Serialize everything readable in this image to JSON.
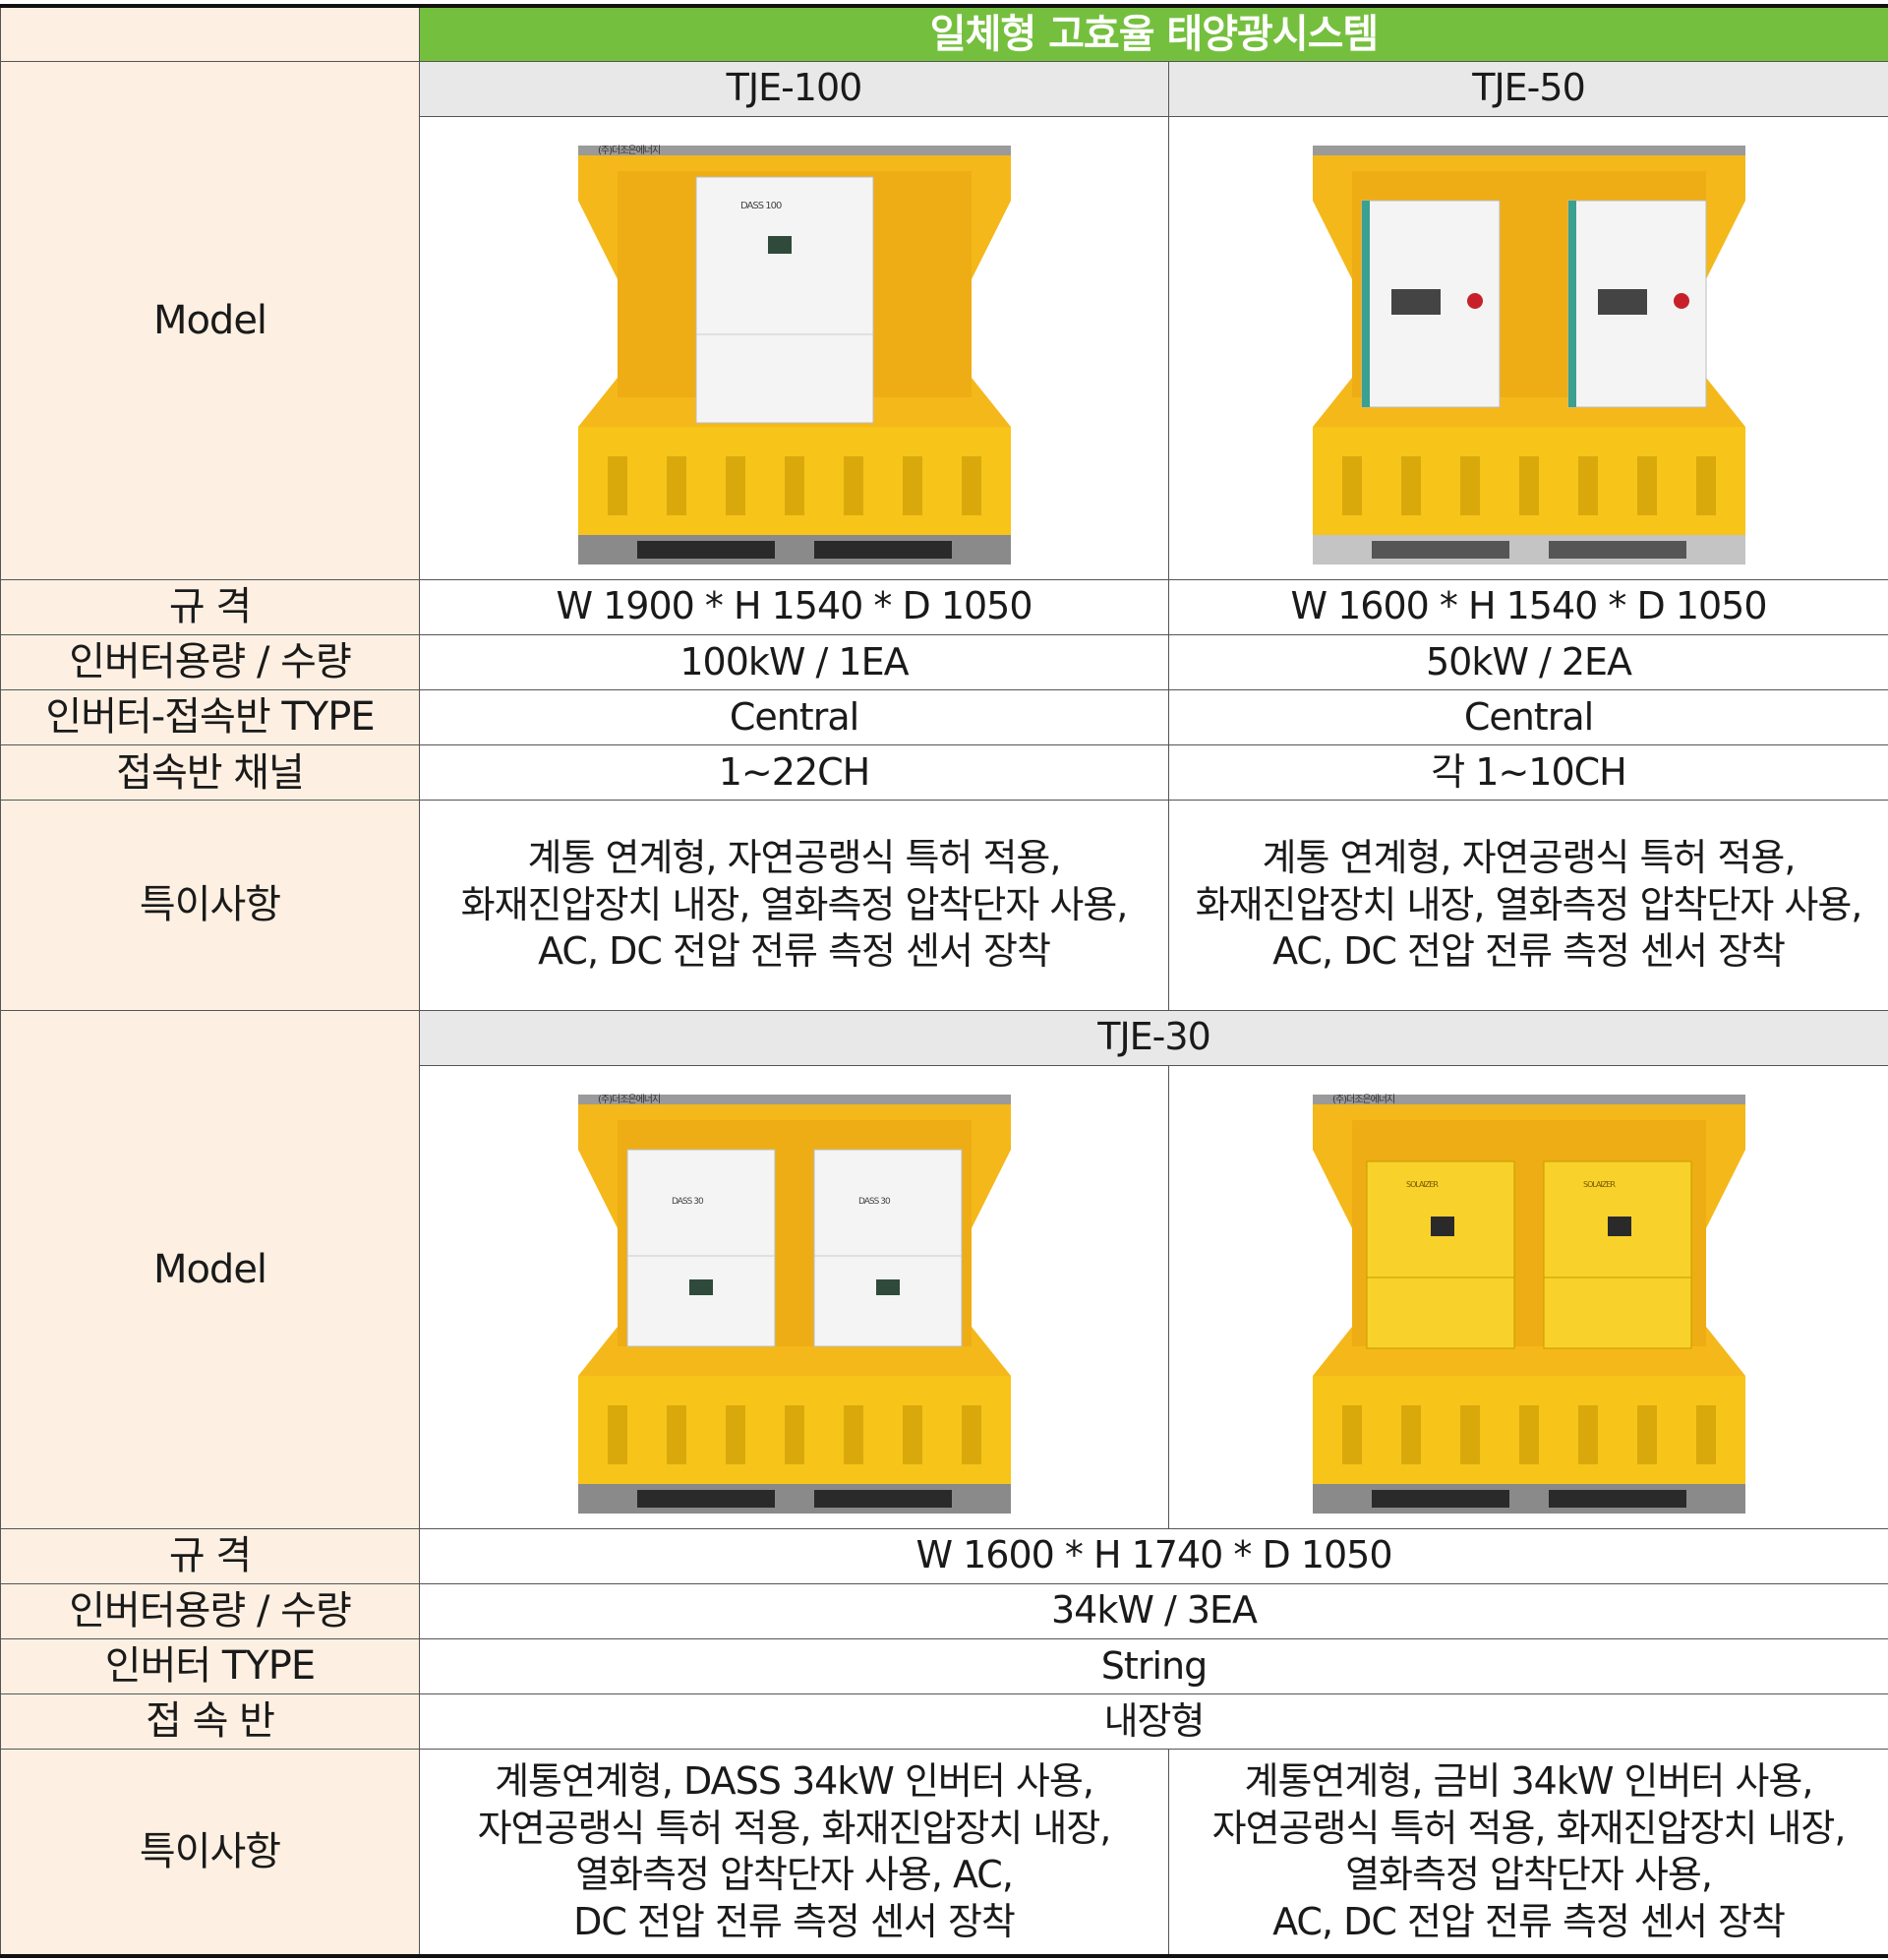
{
  "header": {
    "title": "일체형 고효율 태양광시스템"
  },
  "section1": {
    "model_label": "Model",
    "model_names": [
      "TJE-100",
      "TJE-50"
    ],
    "photos": [
      {
        "brand_tag": "(주)더조은에너지",
        "inverter_label": "DASS 100",
        "inverters": 1,
        "inverter_color": "white"
      },
      {
        "brand_tag": "",
        "inverter_label": "",
        "inverters": 2,
        "inverter_color": "white-teal"
      }
    ],
    "rows": [
      {
        "label": "규 격",
        "values": [
          "W 1900 * H 1540 * D 1050",
          "W 1600 * H 1540 * D 1050"
        ]
      },
      {
        "label": "인버터용량 / 수량",
        "values": [
          "100kW / 1EA",
          "50kW / 2EA"
        ]
      },
      {
        "label": "인버터-접속반 TYPE",
        "values": [
          "Central",
          "Central"
        ]
      },
      {
        "label": "접속반 채널",
        "values": [
          "1~22CH",
          "각 1~10CH"
        ]
      }
    ],
    "notes_label": "특이사항",
    "notes": [
      [
        "계통 연계형, 자연공랭식 특허 적용,",
        "화재진압장치 내장, 열화측정 압착단자 사용,",
        "AC, DC 전압 전류 측정 센서 장착"
      ],
      [
        "계통 연계형, 자연공랭식 특허 적용,",
        "화재진압장치 내장, 열화측정 압착단자 사용,",
        "AC, DC 전압 전류 측정 센서 장착"
      ]
    ]
  },
  "section2": {
    "model_label": "Model",
    "model_name": "TJE-30",
    "photos": [
      {
        "brand_tag": "(주)더조은에너지",
        "inverter_label": "DASS 30",
        "inverters": 2,
        "inverter_color": "white"
      },
      {
        "brand_tag": "(주)더조은에너지",
        "inverter_label": "SOLAIZER",
        "inverters": 2,
        "inverter_color": "yellow"
      }
    ],
    "rows": [
      {
        "label": "규 격",
        "value": "W 1600 * H 1740 * D 1050"
      },
      {
        "label": "인버터용량 / 수량",
        "value": "34kW / 3EA"
      },
      {
        "label": "인버터 TYPE",
        "value": "String"
      },
      {
        "label": "접 속 반",
        "value": "내장형"
      }
    ],
    "notes_label": "특이사항",
    "notes": [
      [
        "계통연계형, DASS 34kW 인버터 사용,",
        "자연공랭식 특허 적용, 화재진압장치 내장,",
        "열화측정 압착단자 사용, AC,",
        "DC 전압 전류 측정 센서 장착"
      ],
      [
        "계통연계형, 금비 34kW 인버터 사용,",
        "자연공랭식 특허 적용, 화재진압장치 내장,",
        "열화측정 압착단자 사용,",
        "AC, DC 전압 전류 측정 센서 장착"
      ]
    ]
  },
  "colors": {
    "title_bg": "#75bf3e",
    "label_bg": "#fdf0e2",
    "model_bg": "#e8e8e8",
    "cabinet_yellow": "#f5c518",
    "pallet_gray": "#8a8a8a"
  }
}
